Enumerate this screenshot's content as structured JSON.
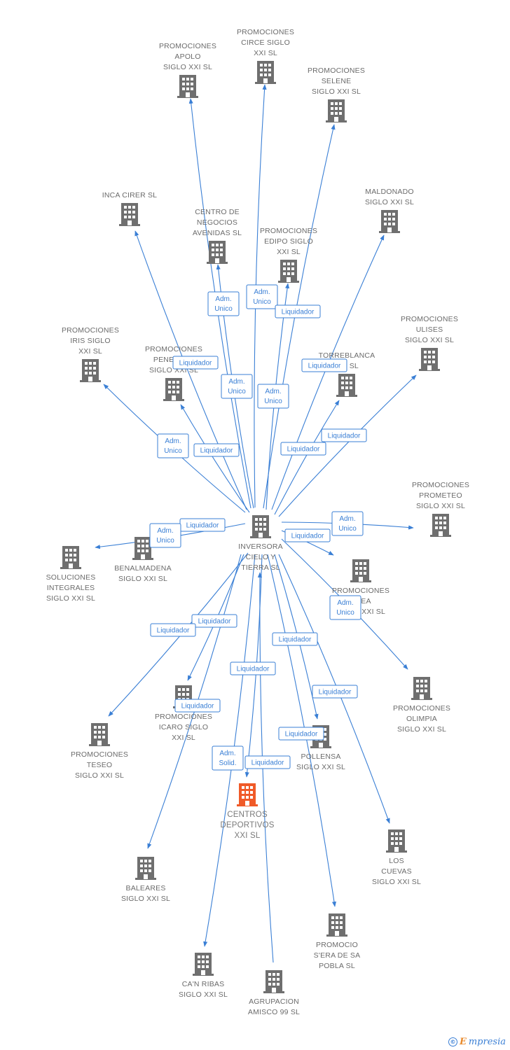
{
  "colors": {
    "edge": "#3a7fd5",
    "node": "#6f6f6f",
    "focus_node": "#f05a28",
    "label": "#6b6b6b"
  },
  "icon": "building-icon",
  "brand": {
    "copyright_symbol": "©",
    "initial": "E",
    "name": "mpresia"
  },
  "nodes": [
    {
      "id": "inversora",
      "lines": [
        "INVERSORA",
        "CIELO Y",
        "TIERRA SL"
      ]
    },
    {
      "id": "centros",
      "lines": [
        "CENTROS",
        "DEPORTIVOS",
        "XXI SL"
      ],
      "focus": true
    },
    {
      "id": "apolo",
      "lines": [
        "PROMOCIONES",
        "APOLO",
        "SIGLO XXI SL"
      ]
    },
    {
      "id": "circe",
      "lines": [
        "PROMOCIONES",
        "CIRCE SIGLO",
        "XXI SL"
      ]
    },
    {
      "id": "selene",
      "lines": [
        "PROMOCIONES",
        "SELENE",
        "SIGLO XXI SL"
      ]
    },
    {
      "id": "inca",
      "lines": [
        "INCA CIRER SL"
      ]
    },
    {
      "id": "centro-negocios",
      "lines": [
        "CENTRO DE",
        "NEGOCIOS",
        "AVENIDAS SL"
      ]
    },
    {
      "id": "edipo",
      "lines": [
        "PROMOCIONES",
        "EDIPO SIGLO",
        "XXI SL"
      ]
    },
    {
      "id": "maldonado",
      "lines": [
        "MALDONADO",
        "SIGLO XXI SL"
      ]
    },
    {
      "id": "iris",
      "lines": [
        "PROMOCIONES",
        "IRIS SIGLO",
        "XXI SL"
      ]
    },
    {
      "id": "penelope",
      "lines": [
        "PROMOCIONES",
        "PENELOPE",
        "SIGLO XXI SL"
      ]
    },
    {
      "id": "torreblanca",
      "lines": [
        "TORREBLANCA",
        "XXI SL"
      ]
    },
    {
      "id": "ulises",
      "lines": [
        "PROMOCIONES",
        "ULISES",
        "SIGLO XXI SL"
      ]
    },
    {
      "id": "prometeo",
      "lines": [
        "PROMOCIONES",
        "PROMETEO",
        "SIGLO XXI SL"
      ]
    },
    {
      "id": "soluciones",
      "lines": [
        "SOLUCIONES",
        "INTEGRALES",
        "SIGLO XXI SL"
      ]
    },
    {
      "id": "benalmadena",
      "lines": [
        "BENALMADENA",
        "SIGLO XXI SL"
      ]
    },
    {
      "id": "enea",
      "lines": [
        "PROMOCIONES",
        "ENEA",
        "SIGLO XXI SL"
      ]
    },
    {
      "id": "olimpia",
      "lines": [
        "PROMOCIONES",
        "OLIMPIA",
        "SIGLO XXI SL"
      ]
    },
    {
      "id": "teseo",
      "lines": [
        "PROMOCIONES",
        "TESEO",
        "SIGLO XXI SL"
      ]
    },
    {
      "id": "icaro",
      "lines": [
        "PROMOCIONES",
        "ICARO SIGLO",
        "XXI SL"
      ]
    },
    {
      "id": "pollensa",
      "lines": [
        "POLLENSA",
        "SIGLO XXI SL"
      ]
    },
    {
      "id": "los-cuevas",
      "lines": [
        "LOS",
        "CUEVAS",
        "SIGLO XXI SL"
      ]
    },
    {
      "id": "baleares",
      "lines": [
        "BALEARES",
        "SIGLO XXI SL"
      ]
    },
    {
      "id": "sera",
      "lines": [
        "PROMOCIO",
        "S'ERA DE SA",
        "POBLA SL"
      ]
    },
    {
      "id": "canribas",
      "lines": [
        "CA'N RIBAS",
        "SIGLO XXI SL"
      ]
    },
    {
      "id": "agrupacion",
      "lines": [
        "AGRUPACION",
        "AMISCO 99 SL"
      ]
    }
  ],
  "edges": [
    {
      "from": "inversora",
      "to": "apolo"
    },
    {
      "from": "inversora",
      "to": "circe"
    },
    {
      "from": "inversora",
      "to": "selene"
    },
    {
      "from": "inversora",
      "to": "inca"
    },
    {
      "from": "inversora",
      "to": "centro-negocios"
    },
    {
      "from": "inversora",
      "to": "edipo"
    },
    {
      "from": "inversora",
      "to": "maldonado"
    },
    {
      "from": "inversora",
      "to": "iris"
    },
    {
      "from": "inversora",
      "to": "penelope"
    },
    {
      "from": "inversora",
      "to": "torreblanca"
    },
    {
      "from": "inversora",
      "to": "ulises"
    },
    {
      "from": "inversora",
      "to": "prometeo"
    },
    {
      "from": "inversora",
      "to": "soluciones"
    },
    {
      "from": "inversora",
      "to": "enea"
    },
    {
      "from": "inversora",
      "to": "olimpia"
    },
    {
      "from": "inversora",
      "to": "teseo"
    },
    {
      "from": "inversora",
      "to": "icaro"
    },
    {
      "from": "inversora",
      "to": "pollensa"
    },
    {
      "from": "inversora",
      "to": "los-cuevas"
    },
    {
      "from": "inversora",
      "to": "baleares"
    },
    {
      "from": "inversora",
      "to": "sera"
    },
    {
      "from": "inversora",
      "to": "canribas"
    },
    {
      "from": "inversora",
      "to": "centros"
    },
    {
      "from": "agrupacion",
      "to": "inversora"
    }
  ],
  "badges": [
    [
      "Adm.",
      "Unico"
    ],
    [
      "Adm.",
      "Unico"
    ],
    [
      "Liquidador"
    ],
    [
      "Liquidador"
    ],
    [
      "Liquidador"
    ],
    [
      "Adm.",
      "Unico"
    ],
    [
      "Adm.",
      "Unico"
    ],
    [
      "Adm.",
      "Unico"
    ],
    [
      "Liquidador"
    ],
    [
      "Liquidador"
    ],
    [
      "Liquidador"
    ],
    [
      "Adm.",
      "Unico"
    ],
    [
      "Liquidador"
    ],
    [
      "Adm.",
      "Unico"
    ],
    [
      "Liquidador"
    ],
    [
      "Adm.",
      "Unico"
    ],
    [
      "Liquidador"
    ],
    [
      "Liquidador"
    ],
    [
      "Liquidador"
    ],
    [
      "Liquidador"
    ],
    [
      "Liquidador"
    ],
    [
      "Liquidador"
    ],
    [
      "Liquidador"
    ],
    [
      "Adm.",
      "Solid."
    ],
    [
      "Liquidador"
    ]
  ]
}
